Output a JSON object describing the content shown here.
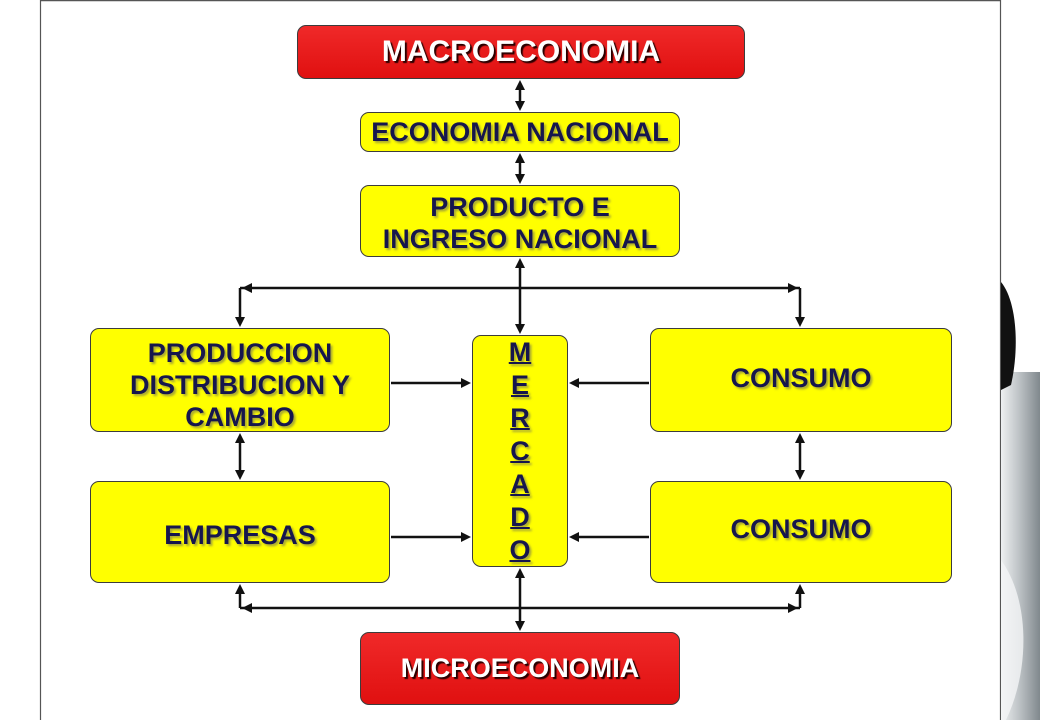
{
  "colors": {
    "red": "#ee1111",
    "yellow": "#ffff00",
    "text": "#16164d",
    "line": "#111111"
  },
  "nodes": {
    "macro": {
      "label": "MACROECONOMIA"
    },
    "nacional": {
      "label": "ECONOMIA NACIONAL"
    },
    "producto": {
      "lines": [
        "PRODUCTO E",
        "INGRESO NACIONAL"
      ]
    },
    "produccion": {
      "lines": [
        "PRODUCCION",
        "DISTRIBUCION Y",
        "CAMBIO"
      ]
    },
    "mercado": {
      "letters": [
        "M",
        "E",
        "R",
        "C",
        "A",
        "D",
        "O"
      ]
    },
    "consumo_top": {
      "label": "CONSUMO"
    },
    "empresas": {
      "label": "EMPRESAS"
    },
    "consumo_bottom": {
      "label": "CONSUMO"
    },
    "micro": {
      "label": "MICROECONOMIA"
    }
  }
}
